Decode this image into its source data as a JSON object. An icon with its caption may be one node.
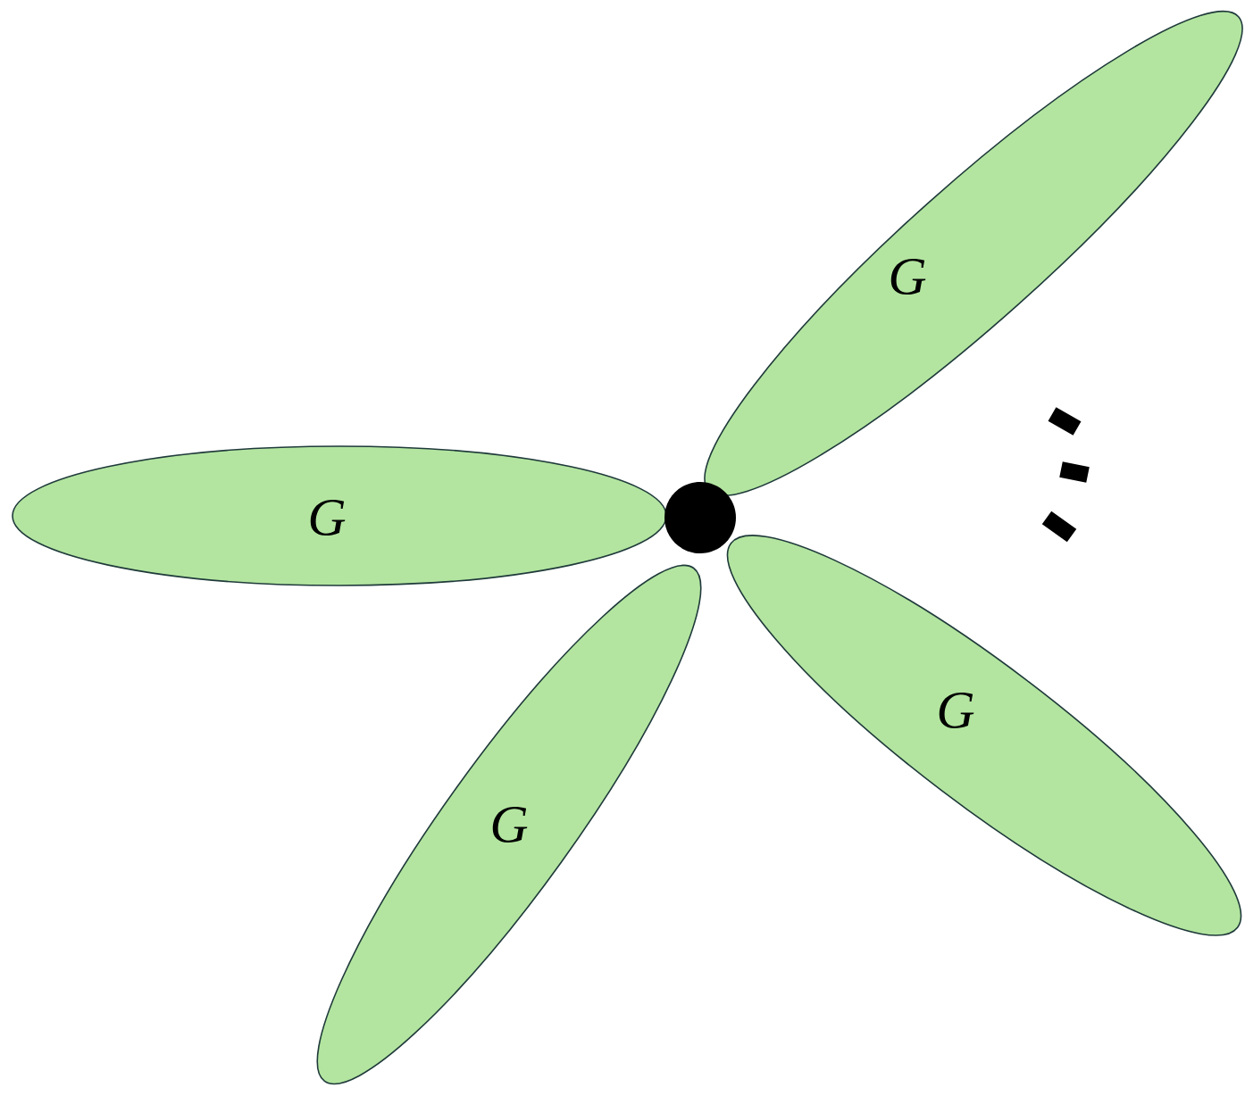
{
  "diagram": {
    "nodes": [
      {
        "text": [
          "G"
        ]
      },
      {
        "text": [
          "G"
        ]
      },
      {
        "text": [],
        "shape": "circle"
      },
      {
        "text": [
          "G"
        ]
      },
      {
        "text": [
          "G"
        ]
      }
    ]
  }
}
